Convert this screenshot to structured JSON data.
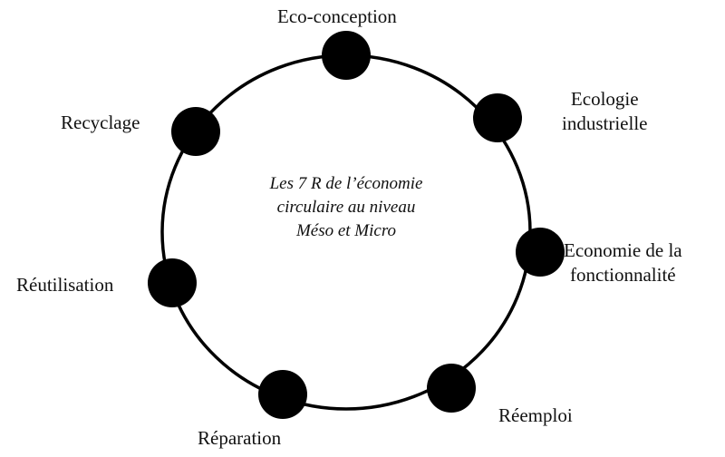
{
  "diagram": {
    "title_lines": [
      "Les 7 R de l’économie",
      "circulaire au niveau",
      "Méso et Micro"
    ],
    "nodes": [
      {
        "id": "eco-conception",
        "lines": [
          "Eco-conception"
        ]
      },
      {
        "id": "ecologie-industrielle",
        "lines": [
          "Ecologie",
          "industrielle"
        ]
      },
      {
        "id": "economie-fonctionnalite",
        "lines": [
          "Economie de la",
          "fonctionnalité"
        ]
      },
      {
        "id": "reemploi",
        "lines": [
          "Réemploi"
        ]
      },
      {
        "id": "reparation",
        "lines": [
          "Réparation"
        ]
      },
      {
        "id": "reutilisation",
        "lines": [
          "Réutilisation"
        ]
      },
      {
        "id": "recyclage",
        "lines": [
          "Recyclage"
        ]
      }
    ],
    "colors": {
      "ring": "#000000",
      "node": "#000000",
      "text": "#111111"
    }
  }
}
